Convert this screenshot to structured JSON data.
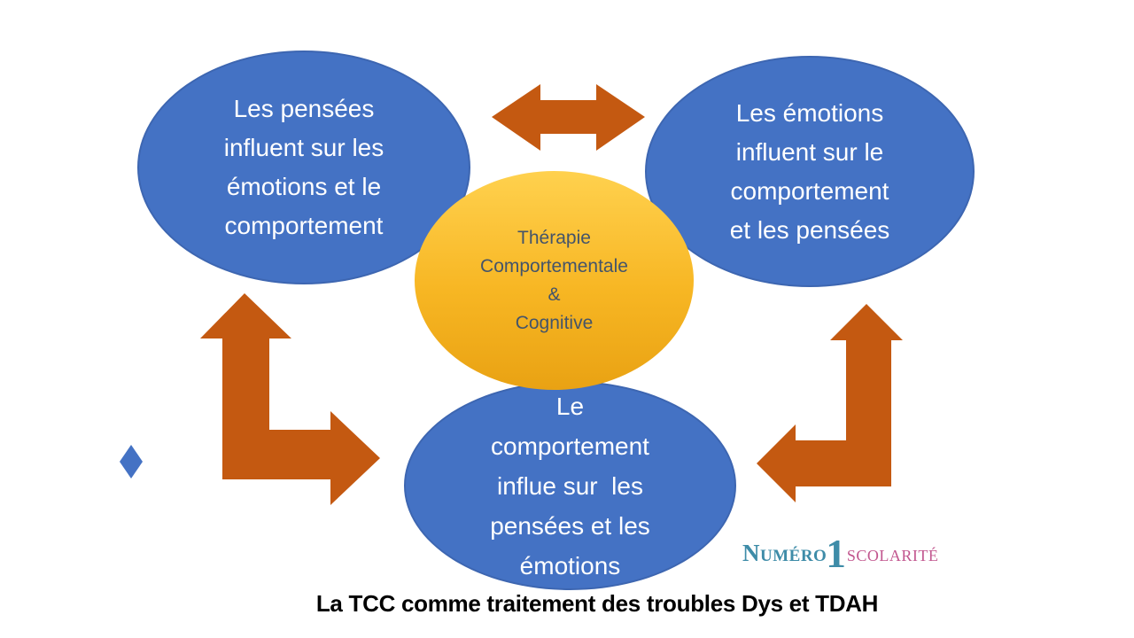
{
  "caption": {
    "text": "La TCC comme traitement des troubles Dys et TDAH"
  },
  "ellipses": {
    "top_left": {
      "text": "Les pensées\ninfluent sur les\némotions et le\ncomportement"
    },
    "top_right": {
      "text": "Les émotions\ninfluent sur le\ncomportement\net les pensées"
    },
    "bottom": {
      "text": "Le\ncomportement\ninflue sur  les\npensées et les\némotions"
    },
    "center": {
      "text": "Thérapie\nComportementale\n&\nCognitive"
    }
  },
  "logo": {
    "word1": "Numéro",
    "digit": "1",
    "word2": "scolarité"
  },
  "colors": {
    "ellipse_blue": "#4472C4",
    "ellipse_blue_border": "#3D66B1",
    "gold_top": "#FFD14E",
    "gold_bottom": "#E9A213",
    "arrow_orange": "#C45911",
    "diamond_blue": "#4472C4",
    "text_on_blue": "#FFFFFF",
    "text_on_gold": "#44546A",
    "logo_teal": "#3E8CA8",
    "logo_pink": "#C2578F",
    "caption_black": "#000000"
  }
}
